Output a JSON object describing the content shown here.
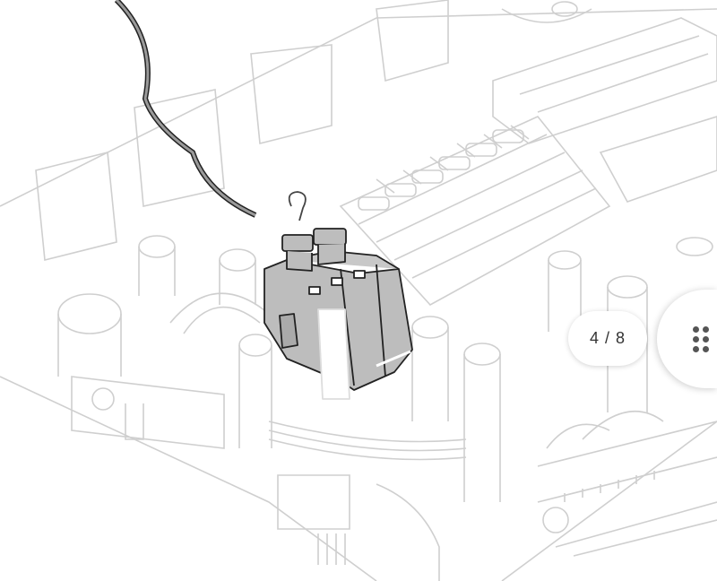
{
  "pager": {
    "label": "4 / 8",
    "current": 4,
    "total": 8
  },
  "menu": {
    "icon": "grid-dots-icon"
  },
  "colors": {
    "line": "#c8c8c8",
    "highlight": "#bdbdbd",
    "highlight_stroke": "#222222"
  }
}
